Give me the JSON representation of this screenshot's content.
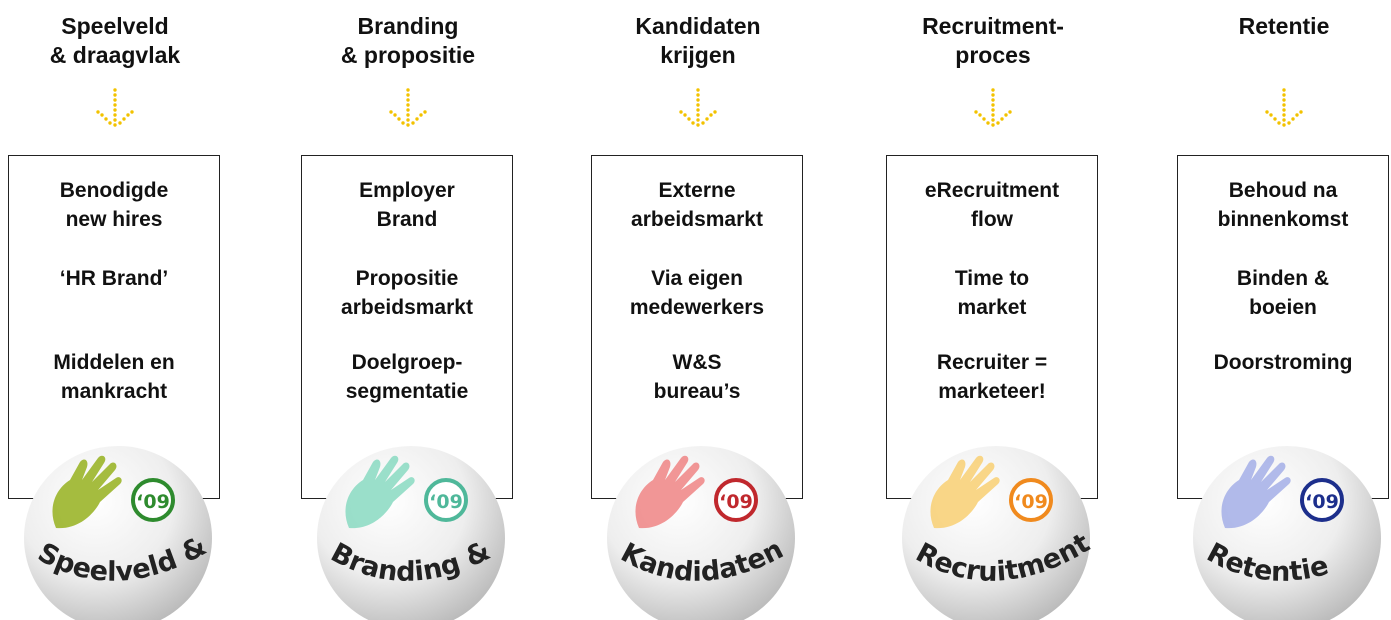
{
  "columns": [
    {
      "heading": [
        "Speelveld",
        "& draagvlak"
      ],
      "items": [
        [
          "Benodigde",
          "new hires"
        ],
        [
          "‘HR Brand’"
        ],
        [
          "Middelen en",
          "mankracht"
        ]
      ],
      "ball_label": "Speelveld &",
      "ball_year": "‘09",
      "accent_color": "#9bb52a",
      "badge_color": "#2e8b2e"
    },
    {
      "heading": [
        "Branding",
        "& propositie"
      ],
      "items": [
        [
          "Employer",
          "Brand"
        ],
        [
          "Propositie",
          "arbeidsmarkt"
        ],
        [
          "Doelgroep-",
          "segmentatie"
        ]
      ],
      "ball_label": "Branding &",
      "ball_year": "‘09",
      "accent_color": "#8fdcc4",
      "badge_color": "#4fb89a"
    },
    {
      "heading": [
        "Kandidaten",
        "krijgen"
      ],
      "items": [
        [
          "Externe",
          "arbeidsmarkt"
        ],
        [
          "Via eigen",
          "medewerkers"
        ],
        [
          "W&S",
          "bureau’s"
        ]
      ],
      "ball_label": "Kandidaten",
      "ball_year": "‘09",
      "accent_color": "#f08b8b",
      "badge_color": "#c0282d"
    },
    {
      "heading": [
        "Recruitment-",
        "proces"
      ],
      "items": [
        [
          "eRecruitment",
          "flow"
        ],
        [
          "Time to",
          "market"
        ],
        [
          "Recruiter =",
          "marketeer!"
        ]
      ],
      "ball_label": "Recruitment",
      "ball_year": "‘09",
      "accent_color": "#f8d27a",
      "badge_color": "#f08a1e"
    },
    {
      "heading": [
        "",
        "Retentie"
      ],
      "items": [
        [
          "Behoud na",
          "binnenkomst"
        ],
        [
          "Binden &",
          "boeien"
        ],
        [
          "Doorstroming"
        ]
      ],
      "ball_label": "Retentie",
      "ball_year": "‘09",
      "accent_color": "#a9b3e8",
      "badge_color": "#1d2f8c"
    }
  ],
  "arrow_color": "#f2c200"
}
